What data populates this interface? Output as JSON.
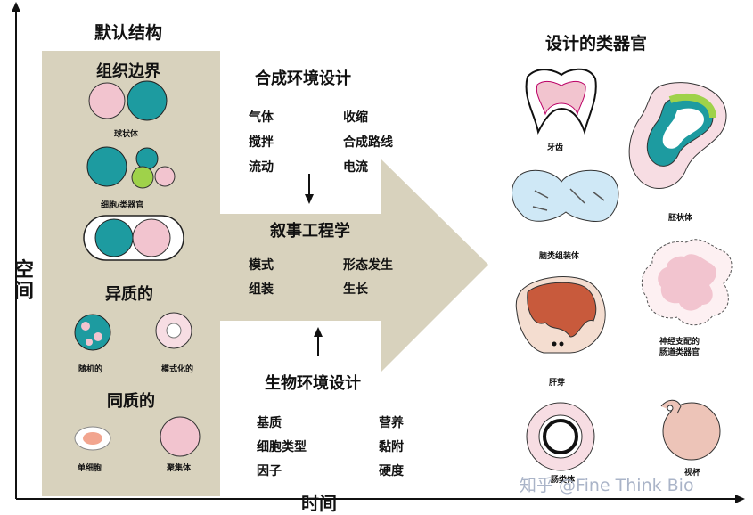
{
  "axes": {
    "y_label": "空间",
    "x_label": "时间"
  },
  "left_panel": {
    "title": "默认结构",
    "tissue_boundary": {
      "title": "组织边界",
      "spheroid": "球状体",
      "cell_organoid": "细胞/类器官"
    },
    "heterogeneous": {
      "title": "异质的",
      "random": "随机的",
      "patterned": "模式化的"
    },
    "homogeneous": {
      "title": "同质的",
      "single_cell": "单细胞",
      "aggregate": "聚集体"
    }
  },
  "synthetic_design": {
    "title": "合成环境设计",
    "items": [
      "气体",
      "收缩",
      "搅拌",
      "合成路线",
      "流动",
      "电流"
    ]
  },
  "narrative_engineering": {
    "title": "叙事工程学",
    "items": [
      "模式",
      "形态发生",
      "组装",
      "生长"
    ]
  },
  "bio_design": {
    "title": "生物环境设计",
    "items": [
      "基质",
      "营养",
      "细胞类型",
      "黏附",
      "因子",
      "硬度"
    ]
  },
  "organoids": {
    "title": "设计的类器官",
    "tooth": "牙齿",
    "embryoid": "胚状体",
    "brain": "脑类组装体",
    "gut": "神经支配的\n肠道类器官",
    "liver": "肝芽",
    "intestine": "肠类体",
    "optic": "视杯"
  },
  "watermark": "知乎 @Fine Think Bio",
  "colors": {
    "panel": "#d8d2bd",
    "teal": "#1d9ba0",
    "pink": "#f2c4cf",
    "green": "#9fd24a"
  }
}
